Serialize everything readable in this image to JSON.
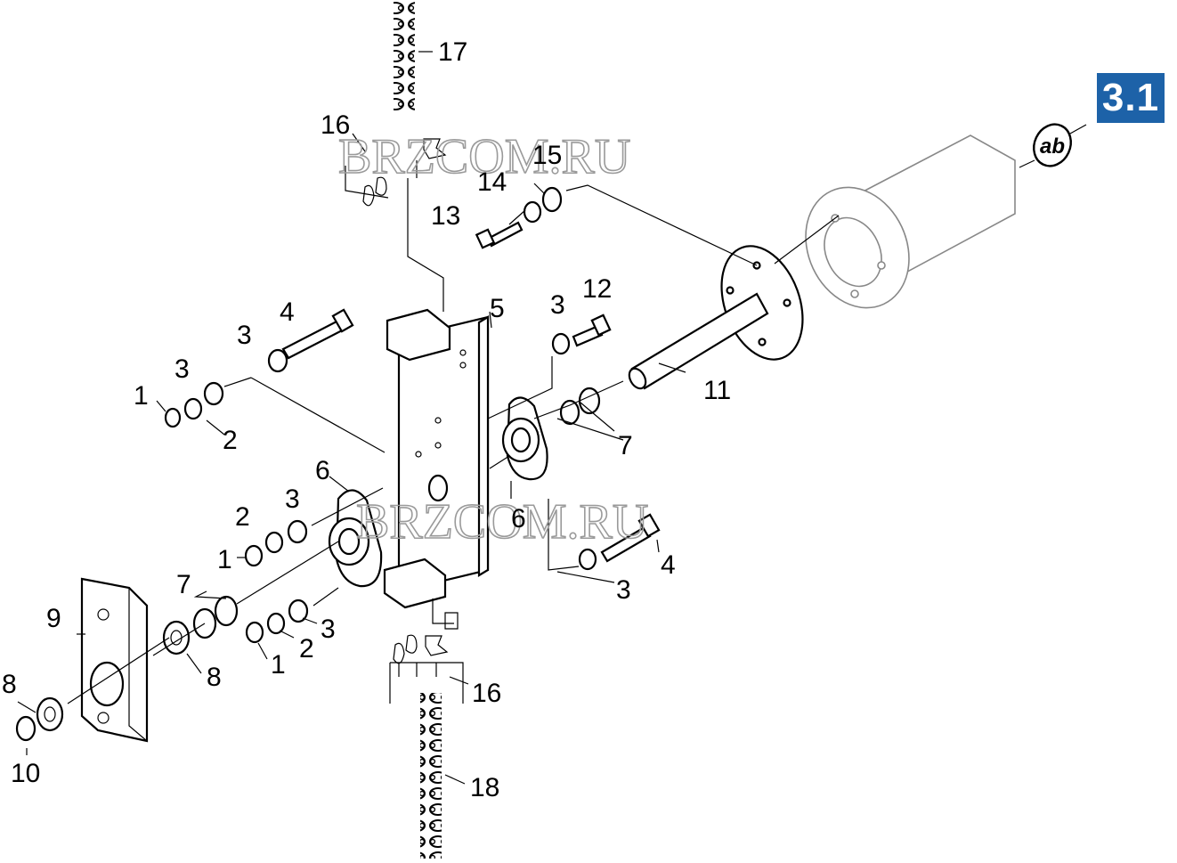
{
  "section_badge": "3.1",
  "connector_label": "ab",
  "watermark": "BRZCOM.RU",
  "callouts": [
    "1",
    "2",
    "3",
    "4",
    "5",
    "6",
    "7",
    "8",
    "9",
    "10",
    "11",
    "12",
    "13",
    "14",
    "15",
    "16",
    "17",
    "18"
  ]
}
